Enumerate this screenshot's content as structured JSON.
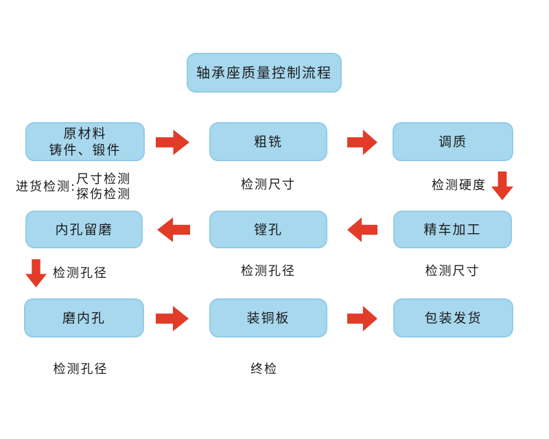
{
  "title": "轴承座质量控制流程",
  "colors": {
    "background": "#ffffff",
    "box_fill": "#a7d8ee",
    "box_border": "#93cbe7",
    "arrow": "#e23b28",
    "text": "#1a1a1a"
  },
  "boxes": {
    "raw_material": {
      "line1": "原材料",
      "line2": "铸件、锻件"
    },
    "rough_milling": {
      "label": "粗铣"
    },
    "tempering": {
      "label": "调质"
    },
    "bore_grind_allowance": {
      "label": "内孔留磨"
    },
    "boring": {
      "label": "镗孔"
    },
    "fine_turning": {
      "label": "精车加工"
    },
    "grind_inner_hole": {
      "label": "磨内孔"
    },
    "fit_copper_plate": {
      "label": "装铜板"
    },
    "pack_ship": {
      "label": "包装发货"
    }
  },
  "captions": {
    "incoming_inspection": {
      "label": "进货检测:",
      "line1": "尺寸检测",
      "line2": "探伤检测"
    },
    "after_rough_milling": "检测尺寸",
    "after_tempering": "检测硬度",
    "after_bore_grind_allowance": "检测孔径",
    "after_boring": "检测孔径",
    "after_fine_turning": "检测尺寸",
    "after_grind_inner_hole": "检测孔径",
    "after_fit_copper_plate": "终检"
  }
}
